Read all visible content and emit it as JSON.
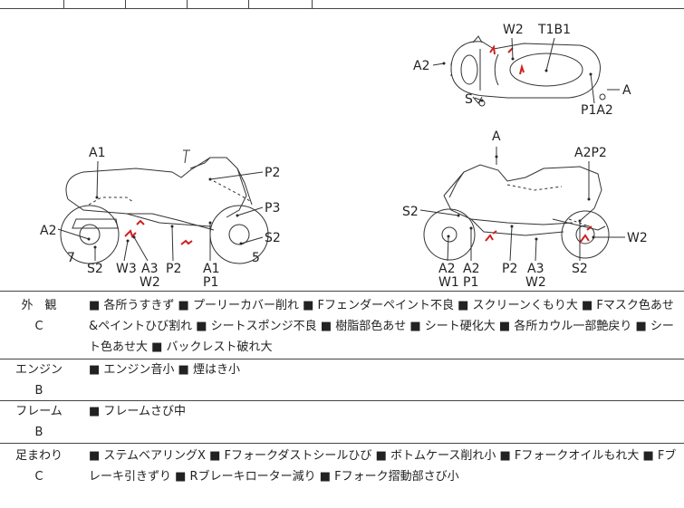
{
  "diagram": {
    "top_view_labels": [
      "W2",
      "T1B1",
      "A2",
      "S",
      "A",
      "P1A2"
    ],
    "left_view_labels": [
      "A1",
      "P2",
      "P3",
      "S2",
      "A2",
      "7",
      "S2",
      "W3",
      "A3",
      "W2",
      "P2",
      "A1",
      "P1",
      "5"
    ],
    "right_view_labels": [
      "A",
      "A2P2",
      "S2",
      "W2",
      "A2",
      "W1",
      "A2",
      "P1",
      "P2",
      "A3",
      "W2",
      "S2"
    ]
  },
  "sections": [
    {
      "category": "外　観",
      "grade": "C",
      "description": "■ 各所うすきず ■ プーリーカバー削れ ■ Fフェンダーペイント不良 ■ スクリーンくもり大 ■ Fマスク色あせ&ペイントひび割れ ■ シートスポンジ不良 ■ 樹脂部色あせ ■ シート硬化大 ■ 各所カウル一部艶戻り ■ シート色あせ大 ■ バックレスト破れ大"
    },
    {
      "category": "エンジン",
      "grade": "B",
      "description": "■ エンジン音小 ■ 煙はき小"
    },
    {
      "category": "フレーム",
      "grade": "B",
      "description": "■ フレームさび中"
    },
    {
      "category": "足まわり",
      "grade": "C",
      "description": "■ ステムベアリングX ■ Fフォークダストシールひび ■ ボトムケース削れ小 ■ Fフォークオイルもれ大 ■ Fブレーキ引きずり ■ Rブレーキローター減り ■ Fフォーク摺動部さび小"
    }
  ]
}
